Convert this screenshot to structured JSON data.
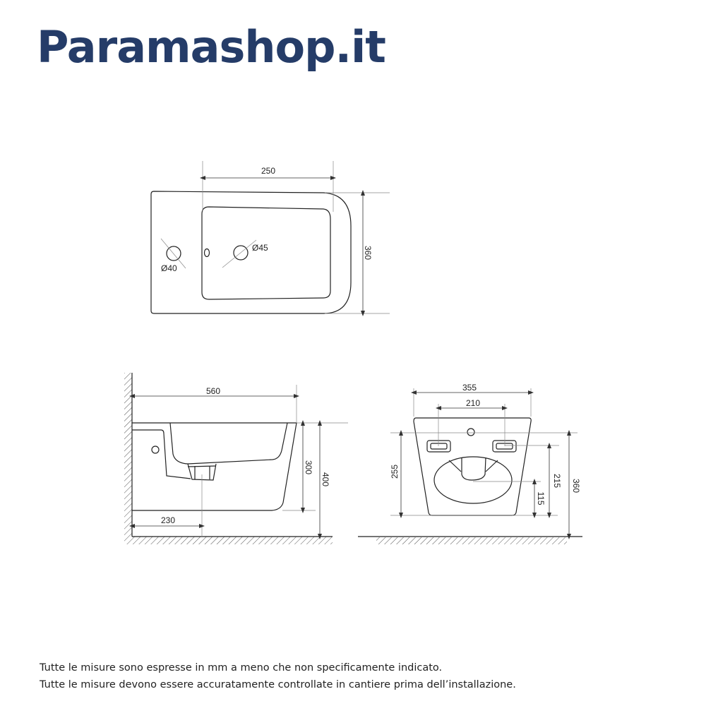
{
  "brand": "Paramashop.it",
  "top_view": {
    "width_label": "250",
    "depth_label": "360",
    "hole_small": "Ø40",
    "hole_large": "Ø45"
  },
  "side_view": {
    "length_label": "560",
    "height_label": "300",
    "floor_label": "400",
    "drain_label": "230"
  },
  "front_view": {
    "width_label": "355",
    "bolt_label": "210",
    "left_height_label": "255",
    "bolt_height_label": "215",
    "drain_height_label": "115",
    "total_height_label": "360"
  },
  "notes": [
    "Tutte le misure sono espresse in mm a meno che non specificamente indicato.",
    "Tutte le misure devono essere accuratamente controllate in cantiere prima dell’installazione."
  ],
  "colors": {
    "brand": "#253c68",
    "line": "#222222"
  }
}
